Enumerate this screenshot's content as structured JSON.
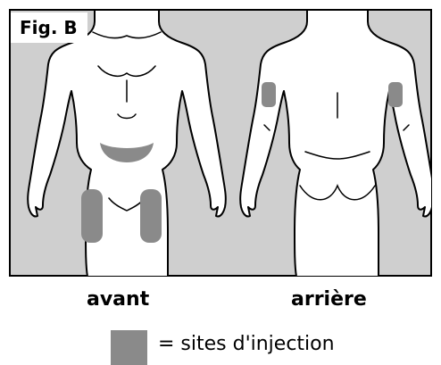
{
  "figure": {
    "label": "Fig. B",
    "background_color": "#cfcfcf",
    "border_color": "#000000"
  },
  "views": {
    "front_label": "avant",
    "back_label": "arrière"
  },
  "injection_sites": {
    "color": "#8a8a8a",
    "front": [
      "abdomen",
      "left-thigh",
      "right-thigh"
    ],
    "back": [
      "left-upper-arm",
      "right-upper-arm"
    ]
  },
  "legend": {
    "text": "= sites d'injection"
  }
}
